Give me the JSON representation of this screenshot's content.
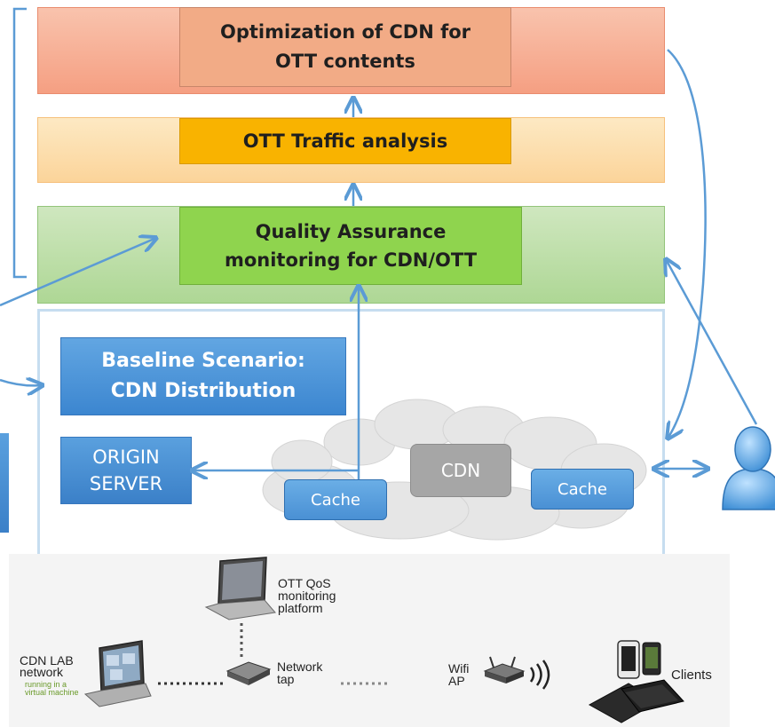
{
  "layers": {
    "optimization": "Optimization of CDN for\nOTT contents",
    "traffic": "OTT Traffic analysis",
    "quality": "Quality Assurance\nmonitoring for CDN/OTT"
  },
  "baseline": {
    "title": "Baseline Scenario:\nCDN Distribution",
    "origin": "ORIGIN\nSERVER",
    "cdn": "CDN",
    "cache_left": "Cache",
    "cache_right": "Cache"
  },
  "testbed": {
    "monitoring": "OTT QoS\nmonitoring\nplatform",
    "lab": "CDN LAB\nnetwork",
    "lab_sub": "running in a\nvirtual machine",
    "tap": "Network\ntap",
    "wifi": "Wifi\nAP",
    "clients": "Clients"
  },
  "colors": {
    "arrow": "#5b9bd5",
    "optimization_layer": "#f59f82",
    "traffic_layer": "#fbd49a",
    "quality_layer": "#aed795",
    "box_blue": "#4a90d4",
    "cdn_box": "#a6a6a6"
  }
}
